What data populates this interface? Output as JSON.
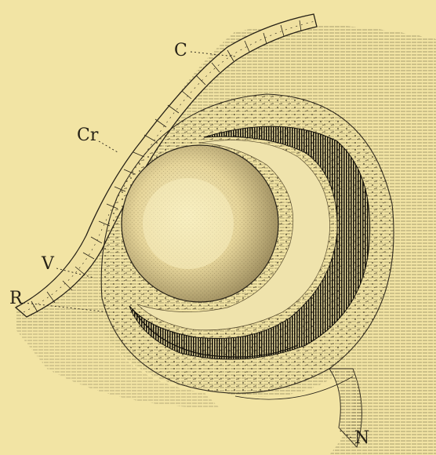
{
  "figure": {
    "labels": {
      "c": "C",
      "cr": "Cr",
      "v": "V",
      "r": "R",
      "n": "N"
    },
    "colors": {
      "paper": "#f2e4a4",
      "ink": "#262116",
      "lens_light": "#f7eec0"
    }
  }
}
